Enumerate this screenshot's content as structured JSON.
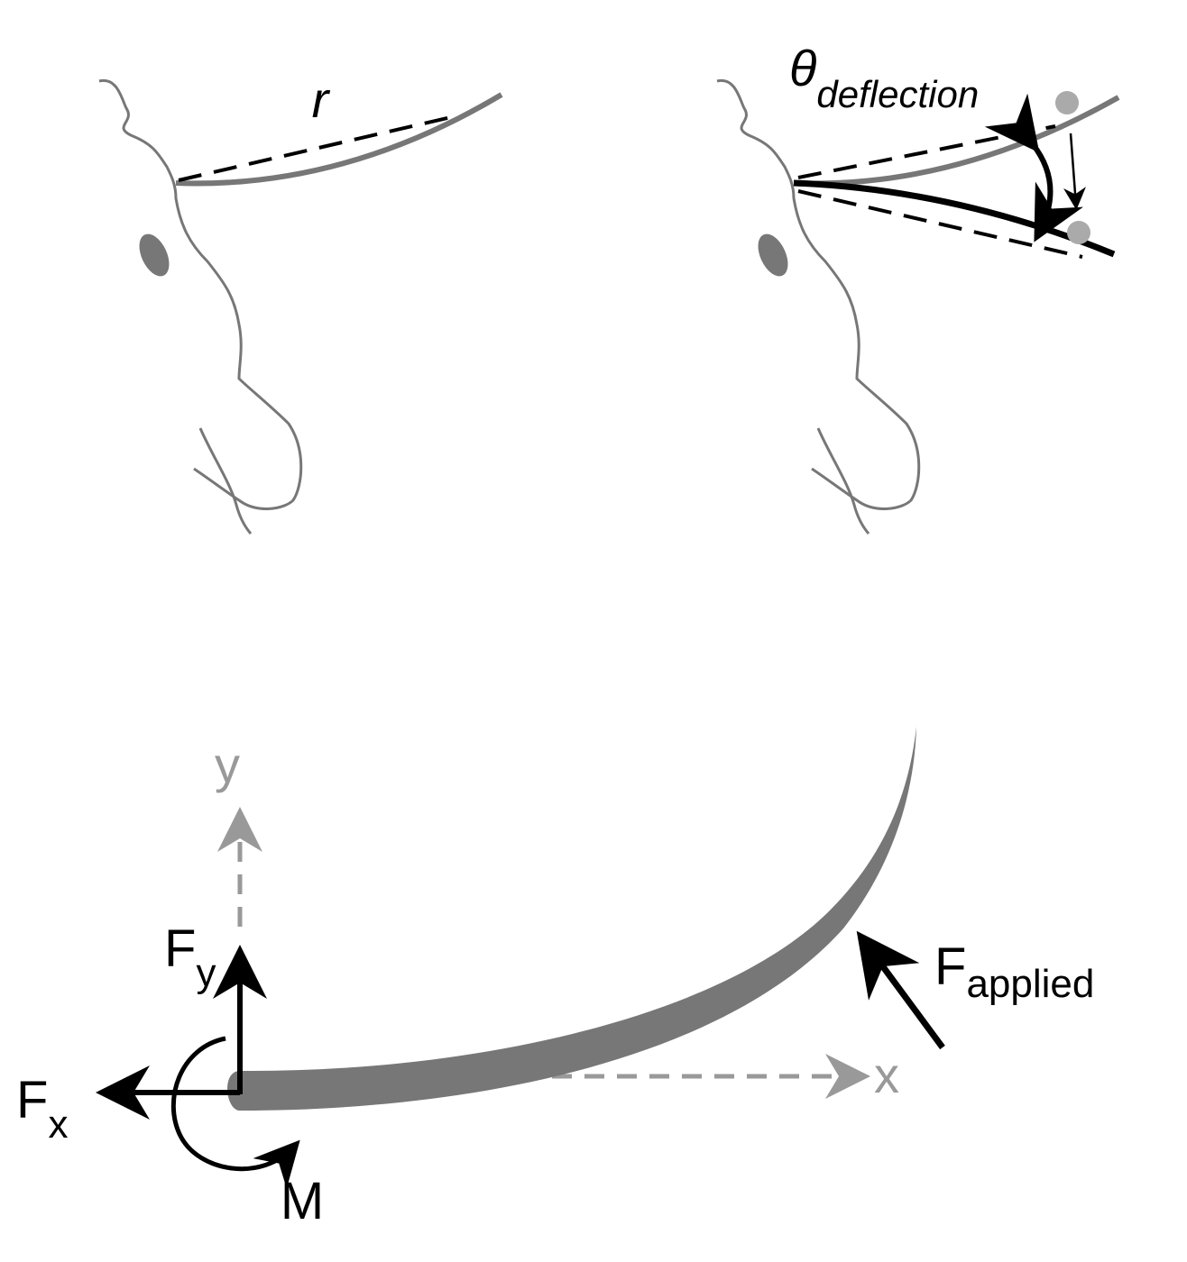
{
  "figure": {
    "colors": {
      "gray": "#777777",
      "light_gray": "#999999",
      "black": "#000000",
      "dot": "#aaaaaa"
    },
    "panel_a": {
      "label_r": "r"
    },
    "panel_b": {
      "theta": "θ",
      "theta_sub": "deflection"
    },
    "panel_c": {
      "axis_y": "y",
      "axis_x": "x",
      "fy": {
        "main": "F",
        "sub": "y"
      },
      "fx": {
        "main": "F",
        "sub": "x"
      },
      "moment": "M",
      "fapplied": {
        "main": "F",
        "sub": "applied"
      }
    }
  }
}
